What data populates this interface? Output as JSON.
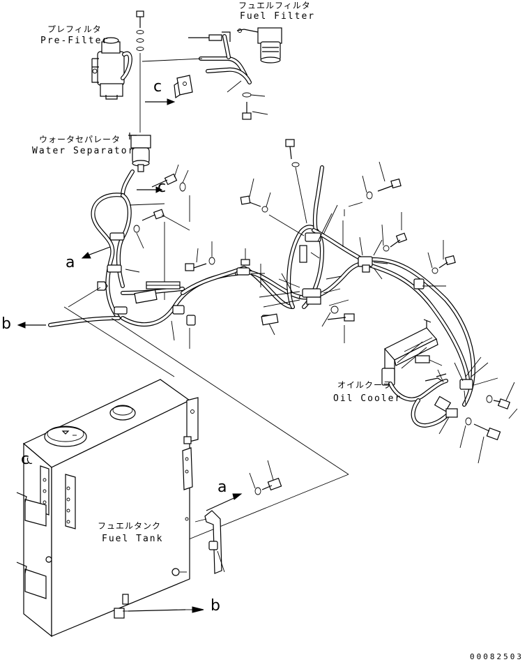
{
  "labels": {
    "pre_filter_jp": "プレフィルタ",
    "pre_filter_en": "Pre-Filter",
    "fuel_filter_jp": "フュエルフィルタ",
    "fuel_filter_en": "Fuel Filter",
    "water_separator_jp": "ウォータセパレータ",
    "water_separator_en": "Water Separator",
    "oil_cooler_jp": "オイルクーラ",
    "oil_cooler_en": "Oil Cooler",
    "fuel_tank_jp": "フュエルタンク",
    "fuel_tank_en": "Fuel Tank"
  },
  "callouts": {
    "a_left": "a",
    "b_left": "b",
    "c_top": "c",
    "c_mid": "c",
    "c_tank": "c",
    "a_tank": "a",
    "b_tank": "b"
  },
  "part_number": "00082503"
}
